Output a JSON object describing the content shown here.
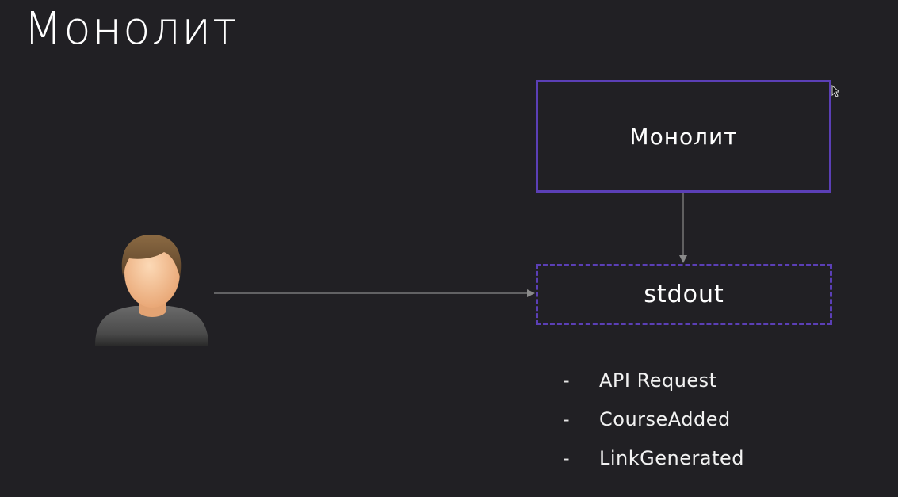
{
  "slide": {
    "title": "Монолит"
  },
  "diagram": {
    "monolith_box_label": "Монолит",
    "stdout_box_label": "stdout",
    "accent_color": "#5b3fb6",
    "connector_color": "#8a8a8a",
    "events": [
      {
        "dash": "-",
        "label": "API Request"
      },
      {
        "dash": "-",
        "label": "CourseAdded"
      },
      {
        "dash": "-",
        "label": "LinkGenerated"
      }
    ]
  },
  "icons": {
    "user": "user-avatar-icon",
    "cursor": "mouse-cursor-icon"
  }
}
